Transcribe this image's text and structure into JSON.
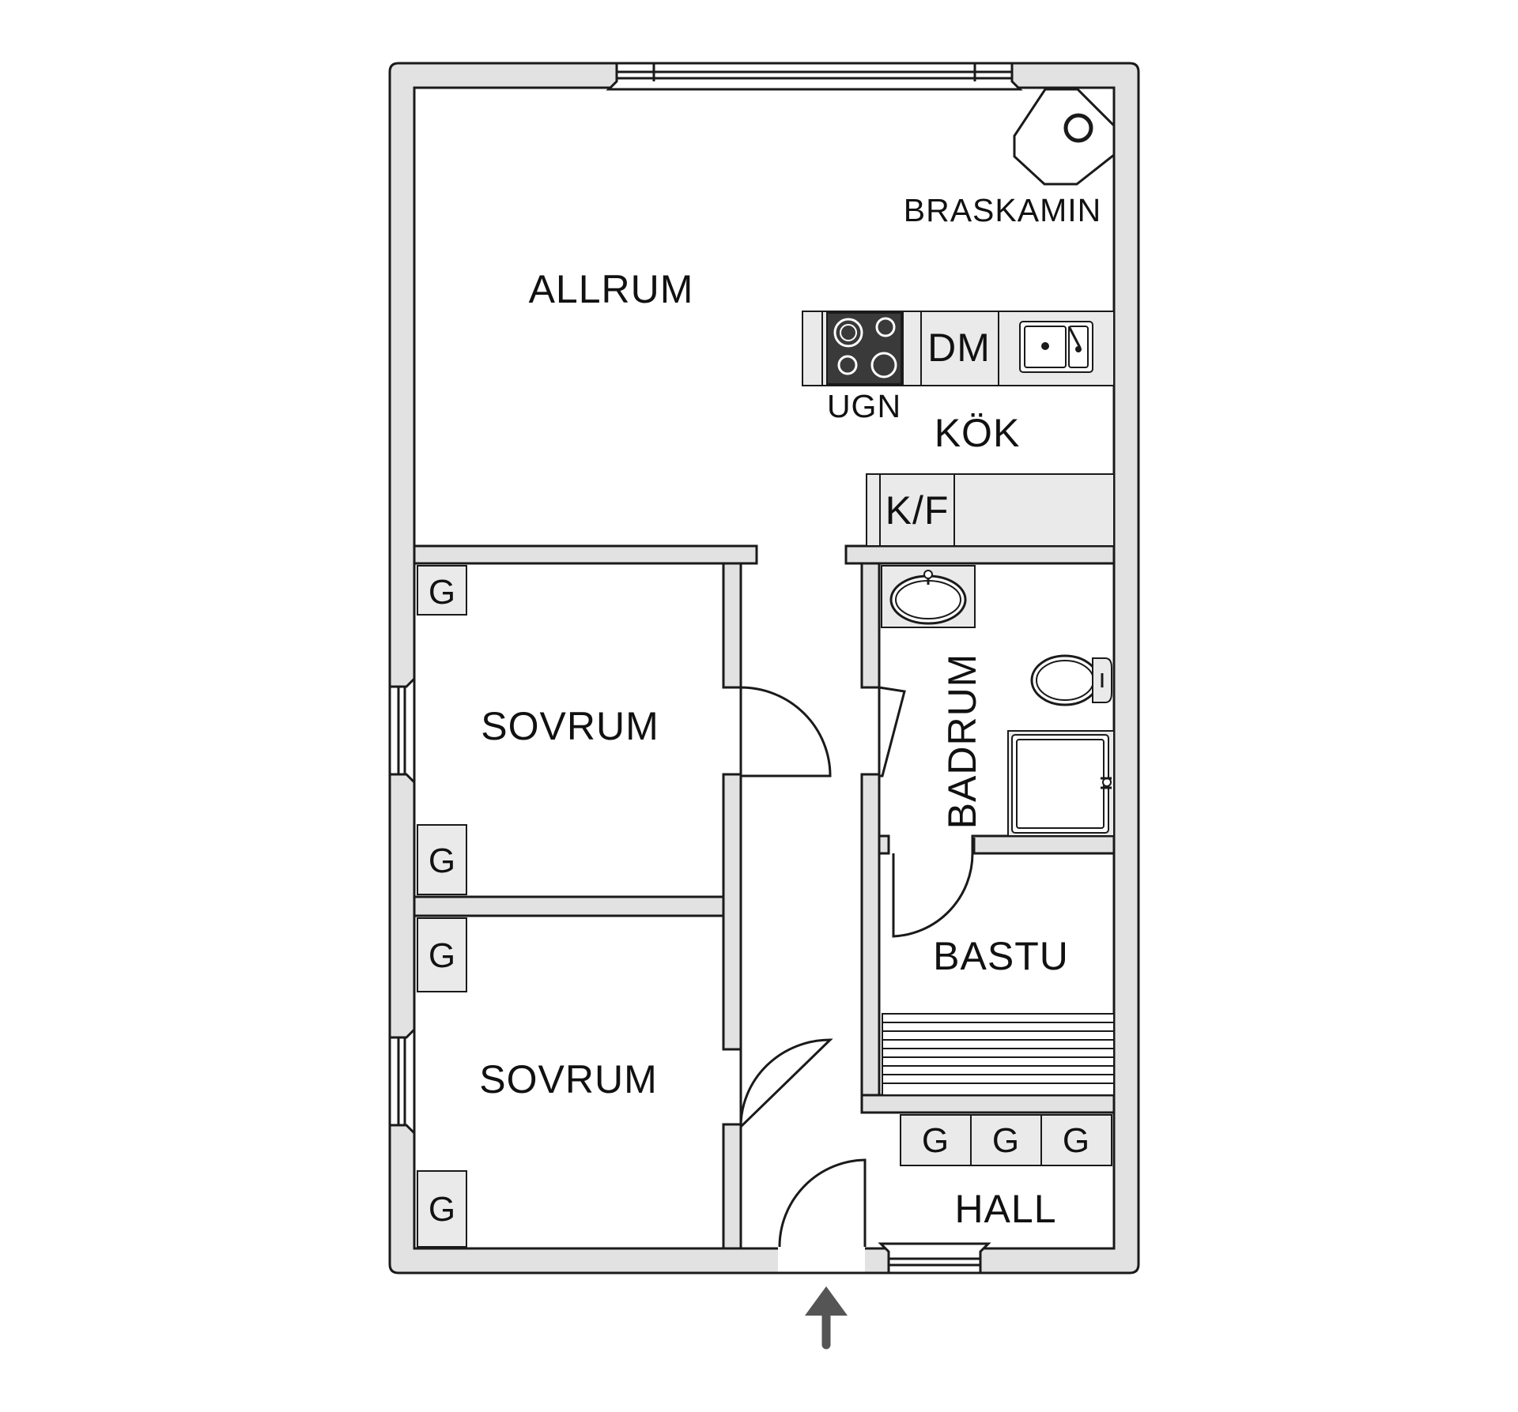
{
  "rooms": {
    "allrum": "ALLRUM",
    "braskamin": "BRASKAMIN",
    "ugn": "UGN",
    "dm": "DM",
    "kok": "KÖK",
    "kf": "K/F",
    "sovrum_1": "SOVRUM",
    "sovrum_2": "SOVRUM",
    "badrum": "BADRUM",
    "bastu": "BASTU",
    "hall": "HALL"
  },
  "closets": {
    "sovrum1_top": "G",
    "sovrum1_bottom": "G",
    "sovrum2_top": "G",
    "sovrum2_bottom": "G",
    "hall_1": "G",
    "hall_2": "G",
    "hall_3": "G"
  },
  "icons": [
    "fireplace-icon",
    "stove-icon",
    "sink-icon",
    "washbasin-icon",
    "toilet-icon",
    "shower-icon",
    "entrance-arrow-icon"
  ],
  "colors": {
    "wall_fill": "#e2e2e2",
    "wall_stroke": "#1a1a1a",
    "floor": "#ffffff",
    "stove": "#3a3a3a",
    "arrow": "#555555"
  }
}
